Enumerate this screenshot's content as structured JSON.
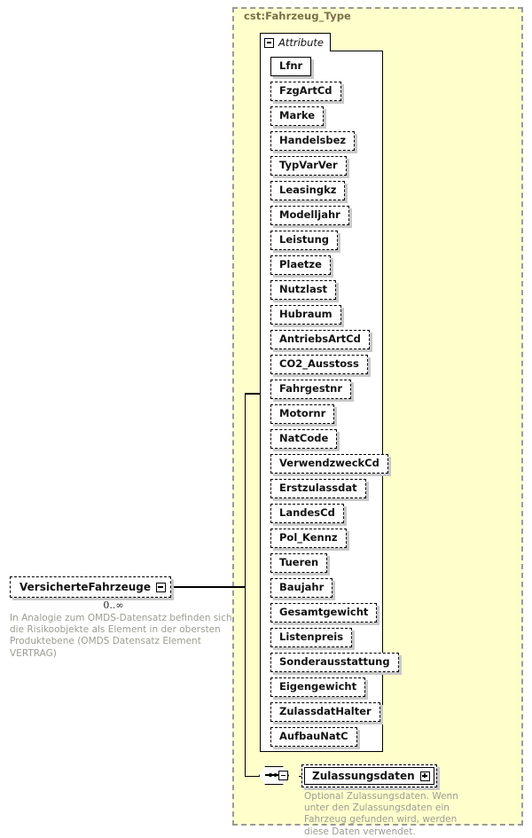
{
  "diagram": {
    "type_name": "cst:Fahrzeug_Type",
    "attribute_group": {
      "label": "Attribute",
      "expander": "minus-icon",
      "attributes": [
        {
          "name": "Lfnr",
          "required": true
        },
        {
          "name": "FzgArtCd",
          "required": false
        },
        {
          "name": "Marke",
          "required": false
        },
        {
          "name": "Handelsbez",
          "required": false
        },
        {
          "name": "TypVarVer",
          "required": false
        },
        {
          "name": "Leasingkz",
          "required": false
        },
        {
          "name": "Modelljahr",
          "required": false
        },
        {
          "name": "Leistung",
          "required": false
        },
        {
          "name": "Plaetze",
          "required": false
        },
        {
          "name": "Nutzlast",
          "required": false
        },
        {
          "name": "Hubraum",
          "required": false
        },
        {
          "name": "AntriebsArtCd",
          "required": false
        },
        {
          "name": "CO2_Ausstoss",
          "required": false
        },
        {
          "name": "Fahrgestnr",
          "required": false
        },
        {
          "name": "Motornr",
          "required": false
        },
        {
          "name": "NatCode",
          "required": false
        },
        {
          "name": "VerwendzweckCd",
          "required": false
        },
        {
          "name": "Erstzulassdat",
          "required": false
        },
        {
          "name": "LandesCd",
          "required": false
        },
        {
          "name": "Pol_Kennz",
          "required": false
        },
        {
          "name": "Tueren",
          "required": false
        },
        {
          "name": "Baujahr",
          "required": false
        },
        {
          "name": "Gesamtgewicht",
          "required": false
        },
        {
          "name": "Listenpreis",
          "required": false
        },
        {
          "name": "Sonderausstattung",
          "required": false
        },
        {
          "name": "Eigengewicht",
          "required": false
        },
        {
          "name": "ZulassdatHalter",
          "required": false
        },
        {
          "name": "AufbauNatC",
          "required": false
        }
      ]
    },
    "root_element": {
      "name": "VersicherteFahrzeuge",
      "expander": "minus-icon",
      "cardinality": "0..∞",
      "documentation": "In Analogie zum OMDS-Datensatz befinden sich die Risikoobjekte als Element in der obersten Produktebene (OMDS Datensatz Element VERTRAG)"
    },
    "sequence": {
      "compositor": "sequence-icon",
      "expander": "minus-icon",
      "child": {
        "name": "Zulassungsdaten",
        "expander": "plus-icon",
        "documentation": "Optional Zulassungsdaten. Wenn unter den Zulassungsdaten ein Fahrzeug gefunden wird, werden diese Daten verwendet."
      }
    },
    "colors": {
      "container_fill": "#ffffcc",
      "container_border": "#9a9a9a",
      "title_text": "#7a6f48",
      "doc_text": "#9c9c92",
      "node_shadow": "#c8c8c8",
      "line": "#000000"
    }
  }
}
